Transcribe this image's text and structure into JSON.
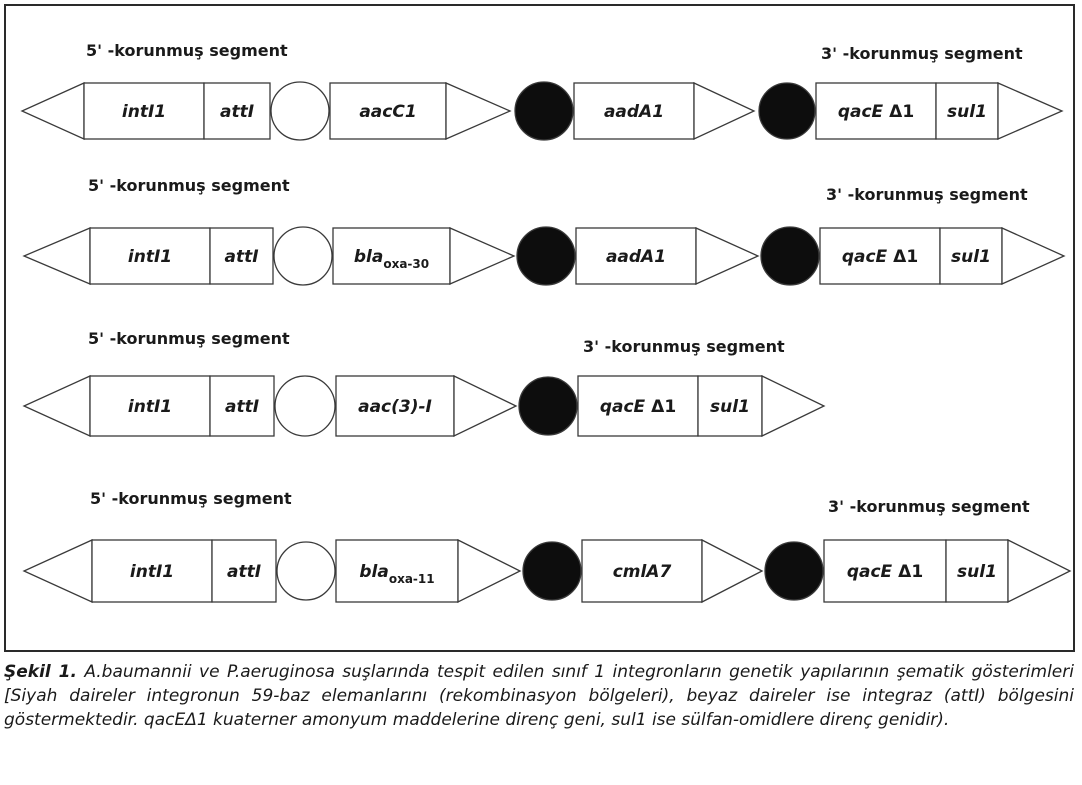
{
  "rows": [
    {
      "left_segment_label": "5' -korunmuş segment",
      "right_segment_label": "3' -korunmuş segment",
      "parts": [
        {
          "kind": "arrow-left"
        },
        {
          "kind": "box",
          "label": "intI1"
        },
        {
          "kind": "box",
          "label": "attI"
        },
        {
          "kind": "circle-open"
        },
        {
          "kind": "box",
          "label": "aacC1"
        },
        {
          "kind": "arrow-right"
        },
        {
          "kind": "circle-filled"
        },
        {
          "kind": "box",
          "label": "aadA1"
        },
        {
          "kind": "arrow-right"
        },
        {
          "kind": "circle-filled"
        },
        {
          "kind": "box",
          "label": "qacE",
          "delta": "Δ1"
        },
        {
          "kind": "box",
          "label": "sul1"
        },
        {
          "kind": "arrow-right"
        }
      ]
    },
    {
      "left_segment_label": "5' -korunmuş segment",
      "right_segment_label": "3' -korunmuş segment",
      "parts": [
        {
          "kind": "arrow-left"
        },
        {
          "kind": "box",
          "label": "intI1"
        },
        {
          "kind": "box",
          "label": "attI"
        },
        {
          "kind": "circle-open"
        },
        {
          "kind": "box",
          "label": "bla",
          "sub": "oxa-30"
        },
        {
          "kind": "arrow-right"
        },
        {
          "kind": "circle-filled"
        },
        {
          "kind": "box",
          "label": "aadA1"
        },
        {
          "kind": "arrow-right"
        },
        {
          "kind": "circle-filled"
        },
        {
          "kind": "box",
          "label": "qacE",
          "delta": "Δ1"
        },
        {
          "kind": "box",
          "label": "sul1"
        },
        {
          "kind": "arrow-right"
        }
      ]
    },
    {
      "left_segment_label": "5' -korunmuş segment",
      "right_segment_label": "3' -korunmuş segment",
      "parts": [
        {
          "kind": "arrow-left"
        },
        {
          "kind": "box",
          "label": "intI1"
        },
        {
          "kind": "box",
          "label": "attI"
        },
        {
          "kind": "circle-open"
        },
        {
          "kind": "box",
          "label": "aac(3)-I"
        },
        {
          "kind": "arrow-right"
        },
        {
          "kind": "circle-filled"
        },
        {
          "kind": "box",
          "label": "qacE",
          "delta": "Δ1"
        },
        {
          "kind": "box",
          "label": "sul1"
        },
        {
          "kind": "arrow-right"
        }
      ]
    },
    {
      "left_segment_label": "5' -korunmuş segment",
      "right_segment_label": "3' -korunmuş segment",
      "parts": [
        {
          "kind": "arrow-left"
        },
        {
          "kind": "box",
          "label": "intI1"
        },
        {
          "kind": "box",
          "label": "attI"
        },
        {
          "kind": "circle-open"
        },
        {
          "kind": "box",
          "label": "bla",
          "sub": "oxa-11"
        },
        {
          "kind": "arrow-right"
        },
        {
          "kind": "circle-filled"
        },
        {
          "kind": "box",
          "label": "cmlA7"
        },
        {
          "kind": "arrow-right"
        },
        {
          "kind": "circle-filled"
        },
        {
          "kind": "box",
          "label": "qacE",
          "delta": "Δ1"
        },
        {
          "kind": "box",
          "label": "sul1"
        },
        {
          "kind": "arrow-right"
        }
      ]
    }
  ],
  "caption": {
    "lead": "Şekil 1.",
    "text": " A.baumannii ve P.aeruginosa suşlarında tespit edilen sınıf 1 integronların genetik yapılarının şematik gösterimleri [Siyah daireler integronun 59-baz elemanlarını (rekombinasyon bölgeleri), beyaz daireler ise integraz (attI) bölgesini göstermektedir. qacEΔ1 kuaterner amonyum maddelerine direnç geni, sul1 ise sülfan-omidlere direnç genidir)."
  },
  "colors": {
    "stroke": "#3a3a3a",
    "filled_circle": "#0d0d0d",
    "open_circle": "#ffffff"
  }
}
